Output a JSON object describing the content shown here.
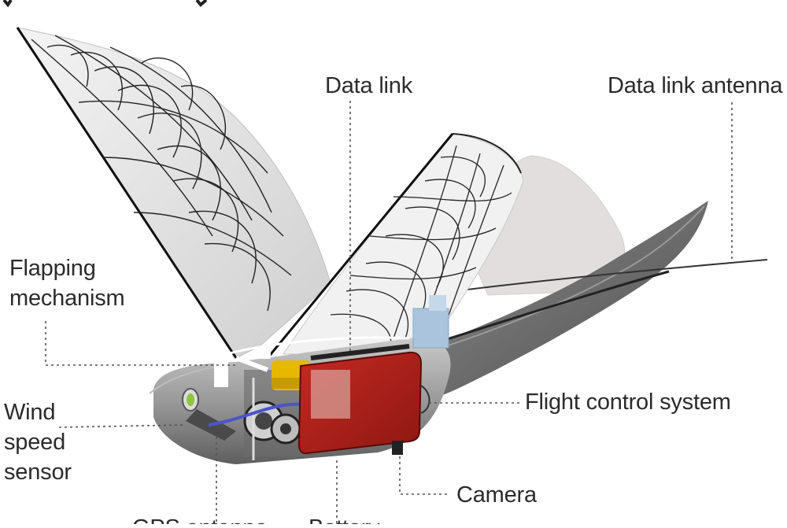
{
  "diagram": {
    "labels": {
      "data_link": "Data link",
      "data_link_antenna": "Data link antenna",
      "flapping_mechanism": [
        "Flapping",
        "mechanism"
      ],
      "wind_speed_sensor": [
        "Wind",
        "speed",
        "sensor"
      ],
      "flight_control_system": "Flight control system",
      "camera": "Camera",
      "gps_antenna": "GPS antenna",
      "battery": "Battery"
    },
    "colors": {
      "body": "#9a9a9a",
      "body_dark": "#6f6f6f",
      "wing_fill": "#e4e4e4",
      "feather_line": "#222222",
      "control_box": "#b0201c",
      "battery": "#e6b800",
      "data_link_module": "#a9c4dc",
      "leader_line": "#555555"
    }
  }
}
